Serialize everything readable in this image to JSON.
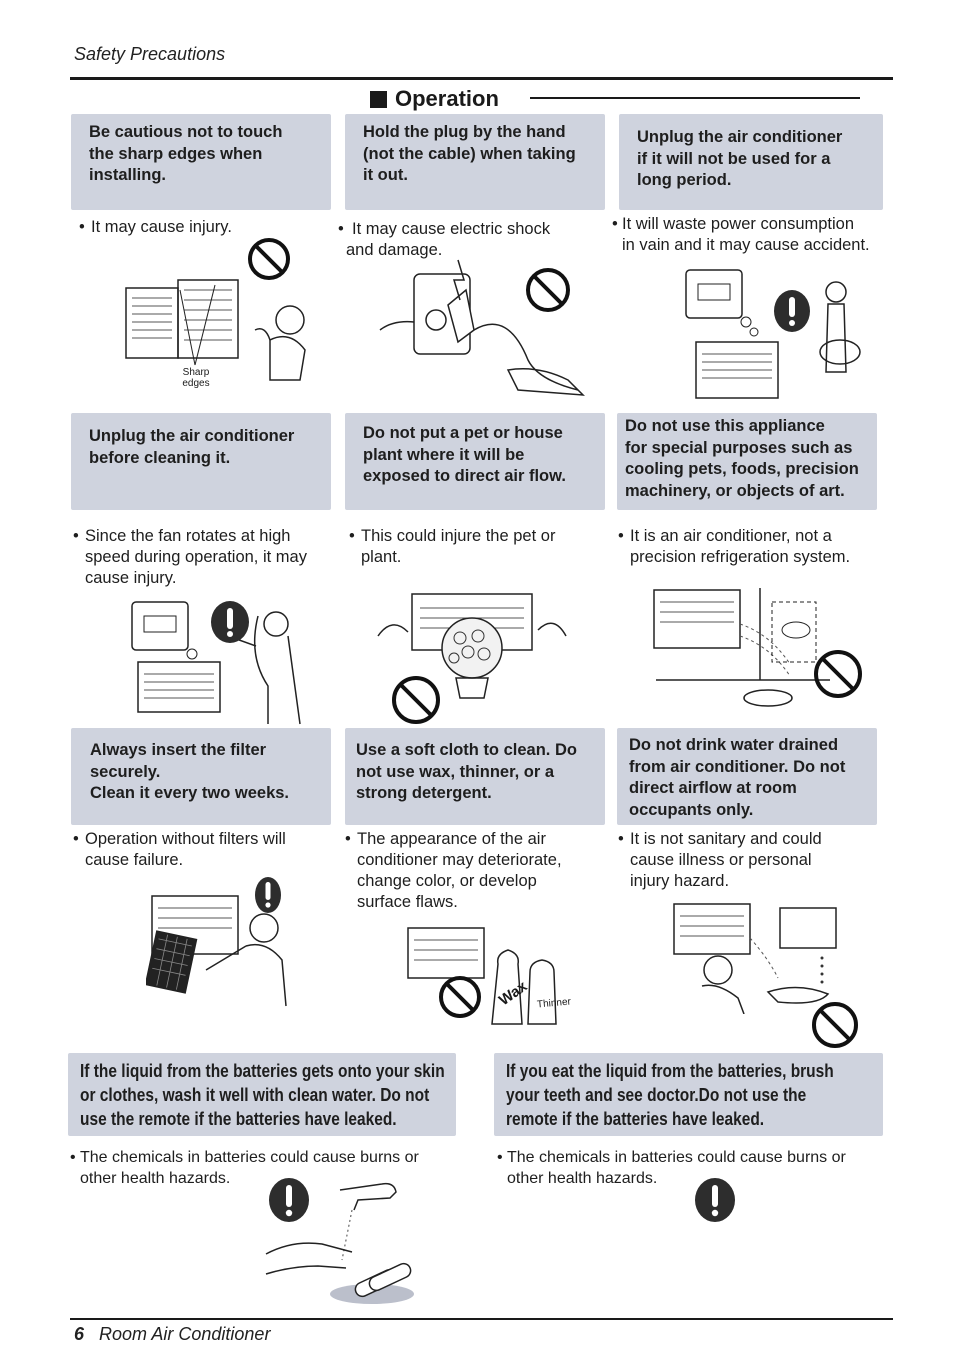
{
  "header": {
    "section": "Safety Precautions"
  },
  "section_title": "Operation",
  "cards": [
    {
      "box": [
        "Be cautious not to touch",
        "the sharp edges when",
        "installing."
      ],
      "bullet": [
        "It may cause injury."
      ],
      "label": "Sharp\nedges"
    },
    {
      "box": [
        "Hold the plug by the  hand",
        "(not the cable) when taking",
        " it out."
      ],
      "bullet": [
        "It may cause electric shock",
        "and damage."
      ]
    },
    {
      "box": [
        "Unplug the air conditioner",
        "if it will not be used for a",
        "long period."
      ],
      "bullet": [
        "It will waste power consumption",
        "in vain and it may cause accident."
      ]
    },
    {
      "box": [
        "Unplug the air conditioner",
        "before cleaning it."
      ],
      "bullet": [
        "Since the fan rotates at high",
        "speed during operation, it may",
        "cause injury."
      ]
    },
    {
      "box": [
        "Do not put a pet or house",
        "plant where it will be",
        "exposed to direct air flow."
      ],
      "bullet": [
        "This could injure the pet or",
        "plant."
      ]
    },
    {
      "box": [
        "Do  not  use this appliance",
        "for special purposes such as",
        "cooling pets, foods, precision",
        "machinery, or objects of art."
      ],
      "bullet": [
        "It is an air conditioner, not a",
        "precision refrigeration system."
      ]
    },
    {
      "box": [
        "Always insert the filter",
        "securely.",
        "Clean it every two weeks."
      ],
      "bullet": [
        "Operation without filters will",
        "cause failure."
      ]
    },
    {
      "box": [
        "Use a soft cloth to clean. Do",
        "not use wax, thinner, or a",
        "strong detergent."
      ],
      "bullet": [
        "The appearance of the air",
        "conditioner may deteriorate,",
        "change color, or develop",
        "surface flaws."
      ],
      "wax_label": "Wax",
      "thinner_label": "Thinner"
    },
    {
      "box": [
        "Do not drink water drained",
        "from air conditioner. Do not",
        "direct airflow at room",
        "occupants only."
      ],
      "bullet": [
        "It is not sanitary and could",
        "cause illness or personal",
        "injury hazard."
      ]
    },
    {
      "box": [
        "If the liquid from the batteries gets onto your skin",
        "or clothes, wash it well with clean water. Do not",
        "use the remote if the batteries have leaked."
      ],
      "bullet": [
        "The chemicals in batteries could cause burns or",
        "other health hazards."
      ]
    },
    {
      "box": [
        "If you eat the liquid from the batteries, brush",
        "your teeth and see doctor.Do not use the",
        "remote if the batteries have leaked."
      ],
      "bullet": [
        "The chemicals in batteries could cause burns or",
        "other health hazards."
      ]
    }
  ],
  "footer": {
    "page_number": "6",
    "title": "Room Air Conditioner"
  },
  "icons": {
    "prohibit": "prohibition-icon",
    "warning": "exclamation-warning-icon"
  },
  "colors": {
    "box_bg": "#cfd3de",
    "ink": "#1e1e1e"
  }
}
